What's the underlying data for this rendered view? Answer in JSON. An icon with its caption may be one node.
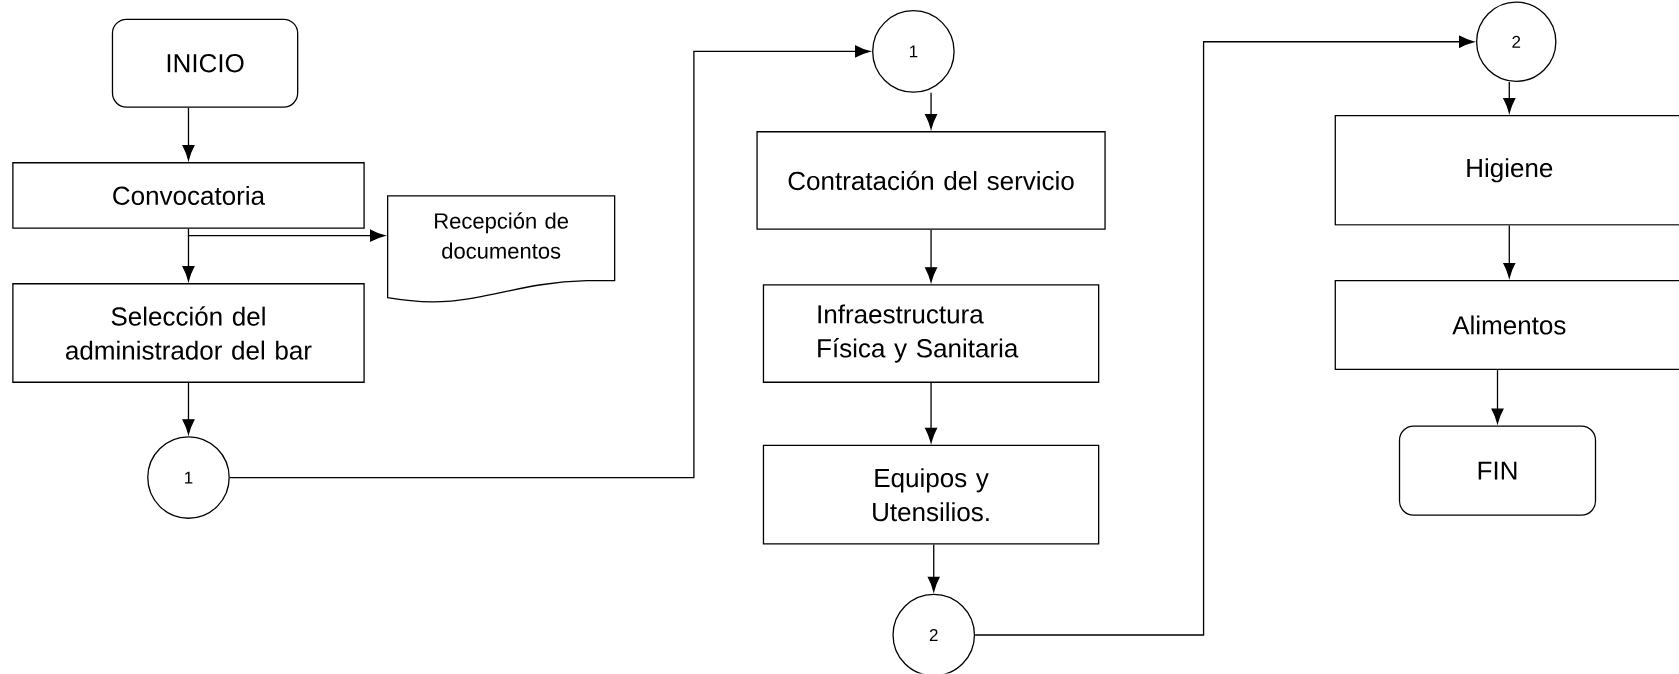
{
  "diagram": {
    "nodes": [
      {
        "text": [
          "INICIO"
        ]
      },
      {
        "text": [
          "Convocatoria"
        ]
      },
      {
        "text": [
          "Recepción de documentos"
        ]
      },
      {
        "text": [
          "Selección del administrador del bar"
        ]
      },
      {
        "text": [
          "1"
        ]
      },
      {
        "text": [
          "1"
        ]
      },
      {
        "text": [
          "Contratación del servicio"
        ]
      },
      {
        "text": [
          "Infraestructura Física y Sanitaria"
        ]
      },
      {
        "text": [
          "Equipos y Utensilios."
        ]
      },
      {
        "text": [
          "2"
        ]
      },
      {
        "text": [
          "2"
        ]
      },
      {
        "text": [
          "Higiene"
        ]
      },
      {
        "text": [
          "Alimentos"
        ]
      },
      {
        "text": [
          "FIN"
        ]
      }
    ],
    "edges": [
      {
        "from": 0,
        "to": 1,
        "arrow": "to"
      },
      {
        "from": 1,
        "to": 3,
        "arrow": "to"
      },
      {
        "from": 1,
        "to": 2,
        "arrow": "to"
      },
      {
        "from": 3,
        "to": 4,
        "arrow": "to"
      },
      {
        "from": 4,
        "to": 5,
        "arrow": "to"
      },
      {
        "from": 5,
        "to": 6,
        "arrow": "to"
      },
      {
        "from": 6,
        "to": 7,
        "arrow": "to"
      },
      {
        "from": 7,
        "to": 8,
        "arrow": "to"
      },
      {
        "from": 8,
        "to": 9,
        "arrow": "to"
      },
      {
        "from": 9,
        "to": 10,
        "arrow": "to"
      },
      {
        "from": 10,
        "to": 11,
        "arrow": "to"
      },
      {
        "from": 11,
        "to": 12,
        "arrow": "to"
      },
      {
        "from": 12,
        "to": 13,
        "arrow": "to"
      }
    ]
  }
}
